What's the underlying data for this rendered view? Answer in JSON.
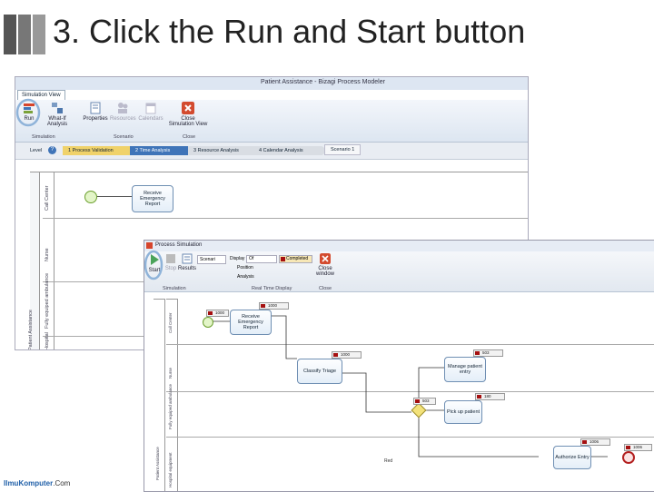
{
  "slide": {
    "title": "3. Click the Run and Start button",
    "footer_brand": "IlmuKomputer",
    "footer_tld": ".Com"
  },
  "modeler": {
    "window_title": "Patient Assistance - Bizagi Process Modeler",
    "tab": "Simulation View",
    "buttons": {
      "run": "Run",
      "what_if": "What-If Analysis",
      "properties": "Properties",
      "resources": "Resources",
      "calendars": "Calendars",
      "close": "Close Simulation View"
    },
    "groups": {
      "simulation": "Simulation",
      "scenario": "Scenario",
      "close": "Close"
    },
    "level_label": "Level",
    "levels": [
      {
        "num": "1",
        "label": "Process Validation"
      },
      {
        "num": "2",
        "label": "Time Analysis"
      },
      {
        "num": "3",
        "label": "Resource Analysis"
      },
      {
        "num": "4",
        "label": "Calendar Analysis"
      }
    ],
    "scenario_tab": "Scenario 1",
    "pool_label": "Patient Assistance",
    "lanes": [
      "Call Center",
      "Nurse",
      "Fully equiped ambulance",
      "Hospital"
    ],
    "task": "Receive Emergency Report"
  },
  "sim": {
    "window_title": "Process Simulation",
    "buttons": {
      "start": "Start",
      "stop": "Stop",
      "results": "Results",
      "close": "Close window"
    },
    "dropdowns": {
      "scenario": "Scenari",
      "display": "Display",
      "display_value": "Of",
      "completed": "Completed",
      "position": "Position",
      "analysis": "Analysis"
    },
    "groups": {
      "simulation": "Simulation",
      "realtime": "Real Time Display",
      "close": "Close"
    },
    "pool_label": "Patient Assistance",
    "lanes": [
      "Call Center",
      "Nurse",
      "Fully equiped ambulance",
      "Hospital equipment"
    ],
    "tasks": {
      "receive": "Receive Emergency Report",
      "classify": "Classify Triage",
      "manage": "Manage patient entry",
      "pick": "Pick up patient",
      "authorize": "Authorize Entry"
    },
    "counts": {
      "start": "1000",
      "receive": "1000",
      "classify": "1000",
      "manage": "503",
      "gateway": "503",
      "pick": "180",
      "authorize": "1006",
      "end": "1006"
    },
    "flow_label": "Red"
  },
  "colors": {
    "accent": "#1f5fa8",
    "highlight": "#8fb3d9",
    "ribbon_active": "#3f74b8",
    "badge": "#a51010"
  }
}
